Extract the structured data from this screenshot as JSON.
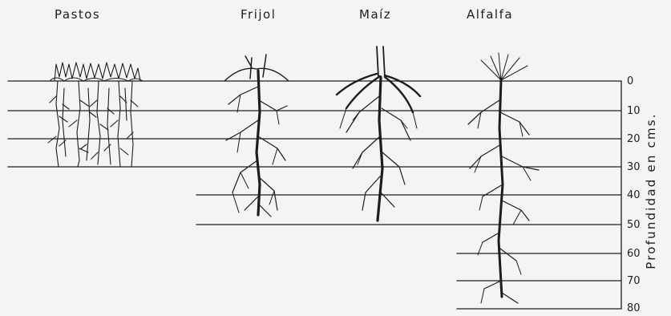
{
  "plants": [
    {
      "id": "pastos",
      "label": "Pastos"
    },
    {
      "id": "frijol",
      "label": "Frijol"
    },
    {
      "id": "maiz",
      "label": "Maíz"
    },
    {
      "id": "alfalfa",
      "label": "Alfalfa"
    }
  ],
  "axis": {
    "title": "Profundidad en cms.",
    "ticks": [
      "0",
      "10",
      "20",
      "30",
      "40",
      "50",
      "60",
      "70",
      "80"
    ]
  },
  "colors": {
    "ink": "#1d1d1d",
    "paper": "#f4f4f2"
  }
}
